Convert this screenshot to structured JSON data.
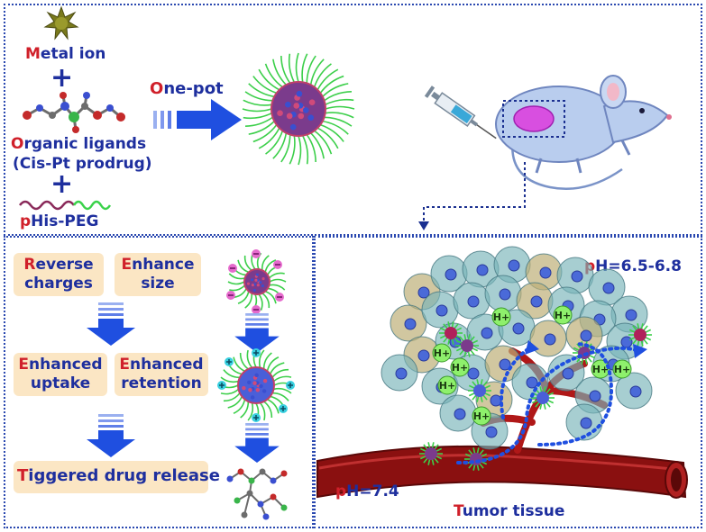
{
  "top": {
    "metal_ion": {
      "initial": "M",
      "rest": "etal ion"
    },
    "plus": "+",
    "organic_ligands": {
      "initial": "O",
      "rest": "rganic ligands"
    },
    "prodrug": "(Cis-Pt prodrug)",
    "phis_peg": {
      "initial": "p",
      "rest": "His-PEG"
    },
    "one_pot": {
      "initial": "O",
      "rest": "ne-pot"
    }
  },
  "left": {
    "reverse_charges": {
      "initial": "R",
      "line1": "everse",
      "line2": "charges"
    },
    "enhance_size": {
      "initial": "E",
      "line1": "nhance",
      "line2": "size"
    },
    "enhanced_uptake": {
      "initial": "E",
      "line1": "nhanced",
      "line2": "uptake"
    },
    "enhanced_retention": {
      "initial": "E",
      "line1": "nhanced",
      "line2": "retention"
    },
    "drug_release": {
      "initial": "T",
      "rest": "iggered drug release"
    }
  },
  "right": {
    "ph_tumor": {
      "initial": "p",
      "rest": "H=6.5-6.8"
    },
    "ph_blood": {
      "initial": "p",
      "rest": "H=7.4"
    },
    "tumor_tissue": {
      "initial": "T",
      "rest": "umor tissue"
    },
    "proton_label": "H+"
  },
  "colors": {
    "border": "#2a48b0",
    "text_blue": "#1e2f9e",
    "initial_red": "#d0202a",
    "label_box": "#fbe6c4",
    "arrow_blue": "#1f4fe0"
  }
}
